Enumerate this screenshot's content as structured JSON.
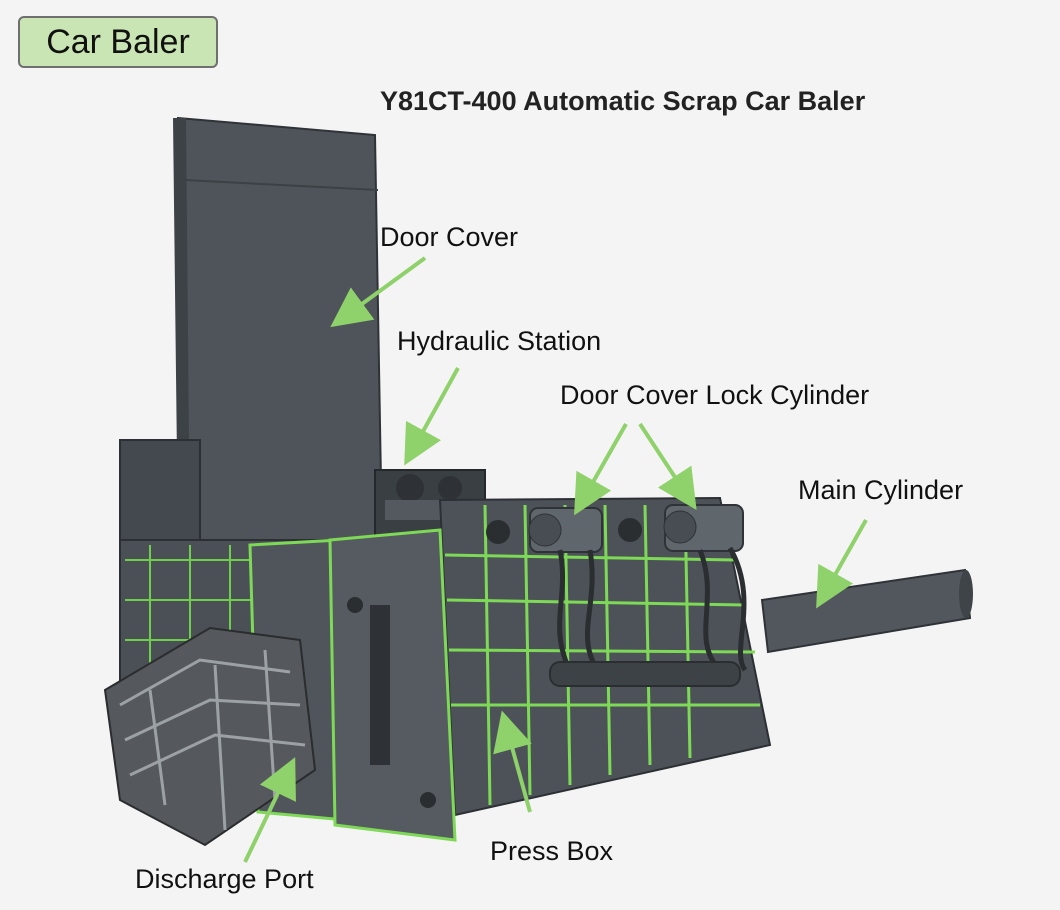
{
  "badge": {
    "text": "Car Baler"
  },
  "title": "Y81CT-400 Automatic Scrap Car Baler",
  "labels": {
    "door_cover": "Door Cover",
    "hydraulic_station": "Hydraulic Station",
    "door_cover_lock_cylinder": "Door Cover Lock Cylinder",
    "main_cylinder": "Main Cylinder",
    "press_box": "Press Box",
    "discharge_port": "Discharge Port"
  },
  "colors": {
    "background": "#f4f4f4",
    "badge_fill": "#c9e5b3",
    "machine_steel": "#4a5056",
    "accent_green": "#7ed957",
    "arrow_green": "#8fd16a"
  }
}
